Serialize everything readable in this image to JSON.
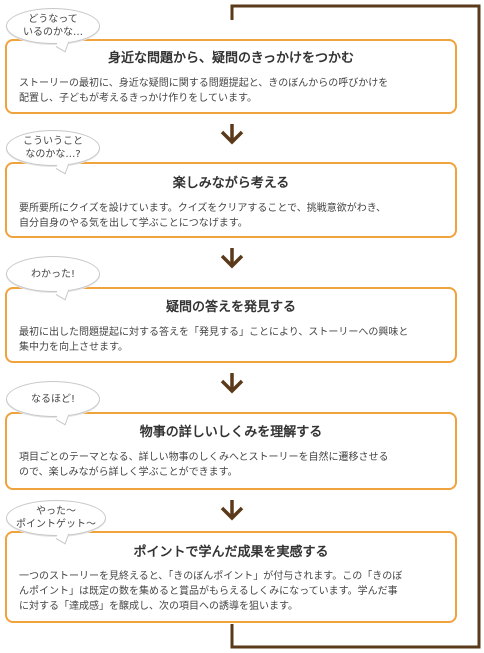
{
  "steps": [
    {
      "bubble": "どうなって\nいるのかな…",
      "title": "身近な問題から、疑問のきっかけをつかむ",
      "desc": "ストーリーの最初に、身近な疑問に関する問題提起と、きのぼんからの呼びかけを\n配置し、子どもが考えるきっかけ作りをしています。"
    },
    {
      "bubble": "こういうこと\nなのかな…?",
      "title": "楽しみながら考える",
      "desc": "要所要所にクイズを設けています。クイズをクリアすることで、挑戦意欲がわき、\n自分自身のやる気を出して学ぶことにつなげます。"
    },
    {
      "bubble": "わかった!",
      "title": "疑問の答えを発見する",
      "desc": "最初に出した問題提起に対する答えを「発見する」ことにより、ストーリーへの興味と\n集中力を向上させます。"
    },
    {
      "bubble": "なるほど!",
      "title": "物事の詳しいしくみを理解する",
      "desc": "項目ごとのテーマとなる、詳しい物事のしくみへとストーリーを自然に遷移させる\nので、楽しみながら詳しく学ぶことができます。"
    },
    {
      "bubble": "やった～\nポイントゲット～",
      "title": "ポイントで学んだ成果を実感する",
      "desc": "一つのストーリーを見終えると、「きのぼんポイント」が付与されます。この「きのぼ\nんポイント」は既定の数を集めると賞品がもらえるしくみになっています。学んだ事\nに対する「達成感」を醸成し、次の項目への誘導を狙います。"
    }
  ],
  "colors": {
    "box_border": "#f0a23c",
    "arrow": "#5a3a1a",
    "loop_line": "#5a3a1a",
    "bubble_border": "#c8c8c8"
  },
  "icons": {
    "step_arrow": "chevron-down-arrow-icon",
    "loop": "loop-back-connector"
  }
}
